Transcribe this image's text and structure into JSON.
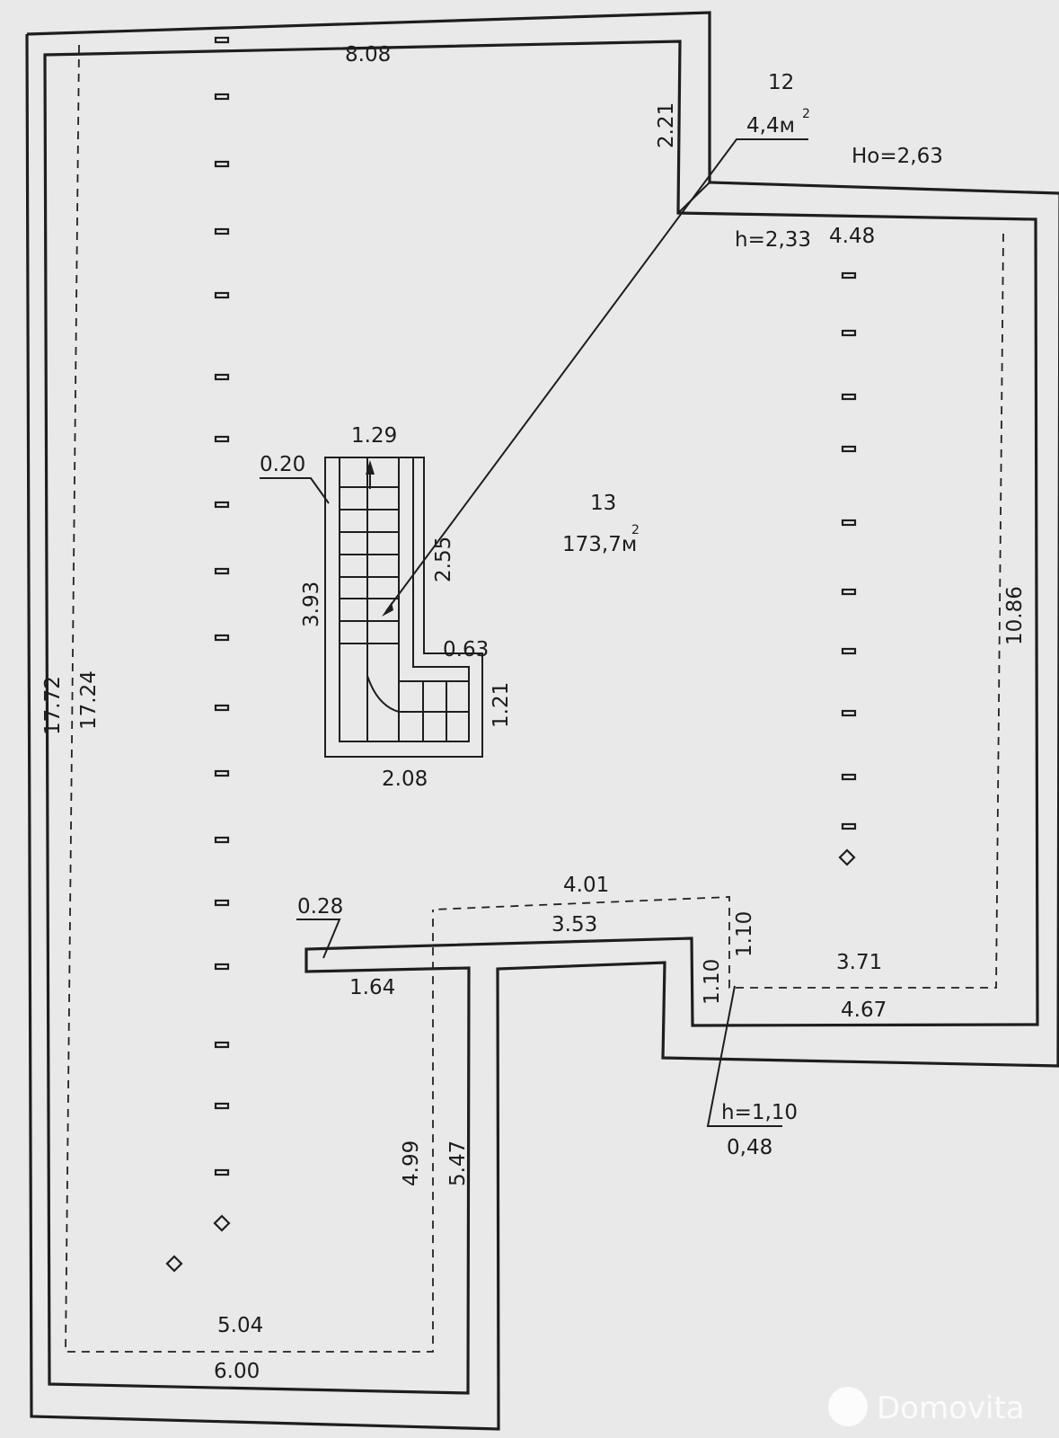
{
  "rooms": {
    "r12": {
      "number": "12",
      "area": "4,4м",
      "area_sup": "2",
      "ho": "Ho=2,63"
    },
    "r13": {
      "number": "13",
      "area": "173,7м",
      "area_sup": "2",
      "h": "h=2,33"
    }
  },
  "dimensions": {
    "top_left_width": "8.08",
    "top_right_width": "4.48",
    "notch_height": "2.21",
    "left_outer_height": "17.72",
    "left_inner_height": "17.24",
    "right_height": "10.86",
    "bottom_left_inner": "5.04",
    "bottom_left_outer": "6.00",
    "corridor_inner_height": "4.99",
    "corridor_outer_height": "5.47",
    "ledge_top_outer": "4.01",
    "ledge_top_inner": "3.53",
    "ledge_wall": "0.28",
    "ledge_length": "1.64",
    "step_height_a": "1.10",
    "step_height_b": "1.10",
    "bottom_right_inner": "3.71",
    "bottom_right_outer": "4.67",
    "low_zone_h": "h=1,10",
    "low_zone_w": "0,48"
  },
  "stairs": {
    "width_top": "1.29",
    "rail": "0.20",
    "length": "3.93",
    "flight": "2.55",
    "landing": "0.63",
    "landing_height": "1.21",
    "bottom_width": "2.08"
  },
  "watermark": "Domovita"
}
